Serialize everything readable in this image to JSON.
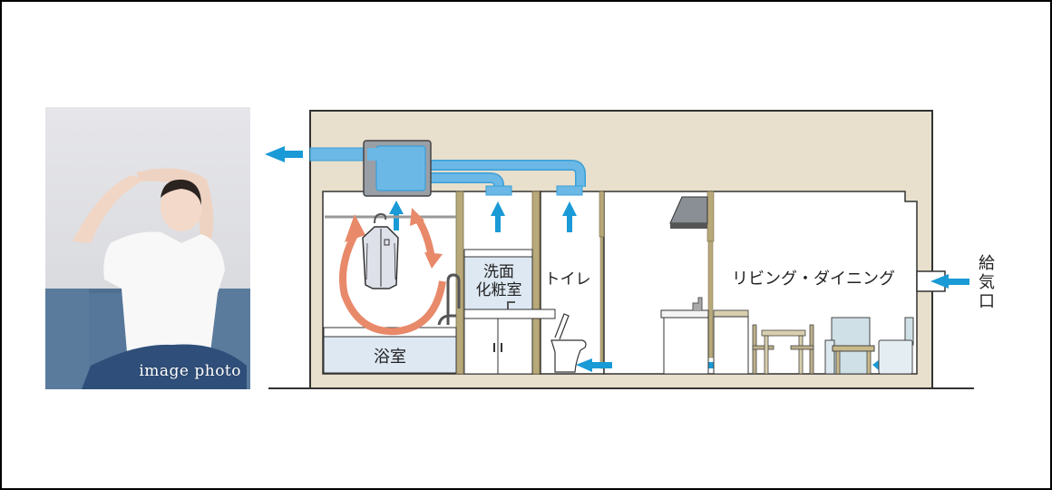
{
  "photo": {
    "caption": "image photo",
    "subject": "woman-stretching-on-sofa"
  },
  "diagram": {
    "rooms": {
      "bathroom": "浴室",
      "washroom_line1": "洗面",
      "washroom_line2": "化粧室",
      "toilet": "トイレ",
      "living_dining": "リビング・ダイニング"
    },
    "supply_inlet": [
      "給",
      "気",
      "口"
    ],
    "colors": {
      "wall": "#e8dfcc",
      "duct": "#6bb8e6",
      "duct_outline": "#3a9fd8",
      "airflow_arrow": "#1a9ad6",
      "circulation_arrow": "#e8896a",
      "fan_unit": "#9a9fa6",
      "partition": "#b8a97a",
      "bath": "#dde8f3"
    },
    "icons": {
      "exhaust": "arrow-left-icon",
      "intake": "arrow-up-icon",
      "supply": "arrow-left-icon",
      "clothes": "shirt-on-hanger-icon",
      "circulation": "circular-arrows-icon",
      "fan_unit": "ventilation-fan-unit-icon"
    }
  }
}
